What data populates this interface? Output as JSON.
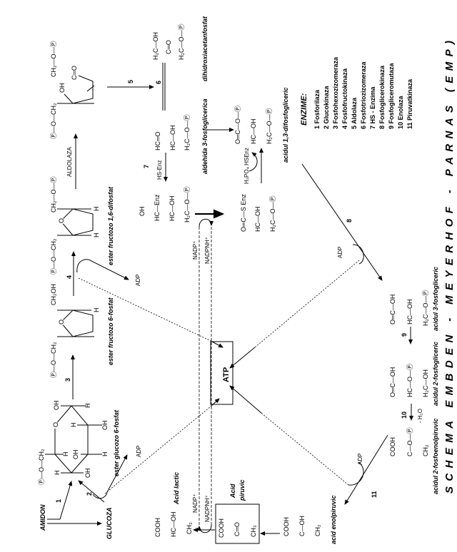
{
  "title": "SCHEMA EMBDEN - MEYERHOF - PARNAS (EMP)",
  "enzymes": {
    "heading": "ENZIME:",
    "items": [
      "1 Fosforilaza",
      "2 Glucokinaza",
      "3 Fosfohexozizomeraza",
      "4 Fosfofructokinaza",
      "5 Aldolaza",
      "6 Fosfotriozizomeraza",
      "7 HS - Enzima",
      "8 Fosfoglicerokinaza",
      "9 Fosfogliceromutaza",
      "10 Enolaza",
      "11 Piruvatkinaza"
    ]
  },
  "steps": [
    "1",
    "2",
    "3",
    "4",
    "5",
    "6",
    "7",
    "8",
    "9",
    "10",
    "11"
  ],
  "labels": {
    "amidon": "AMIDON",
    "glucoza": "GLUCOZA",
    "g6p": "ester glucozo 6-fosfat",
    "f6p": "ester fructozo 6-fosfat",
    "f16bp": "ester fructozo 1,6-difosfat",
    "aldolaza": "ALDOLAZA",
    "gap": "aldehida 3-fosfoglicerica",
    "dhap": "dihidroxiacetanfosfat",
    "bpg": "acidul 1,3-difosfogliceric",
    "pg3": "acidul 3-fosfogliceric",
    "pg2": "acidul 2-fosfogliceric",
    "pep": "acidul 2-fosfoenolpiruvic",
    "enol": "acid enolpiruvic",
    "lactic": "Acid lactic",
    "pyr1": "Acid",
    "pyr2": "piruvic",
    "atp": "ATP",
    "adp": "ADP",
    "nadp": "NADP⁺",
    "nadpnh": "NADPNH⁺",
    "hsenz": "HS-Enz",
    "h3po4": "H₃PO₄ HSEnz",
    "h2o": "- H₂O"
  },
  "molecules": {
    "glucose": {
      "chain": "Ⓟ—O—CH₂",
      "o": "O",
      "h": "H",
      "oh": "OH"
    },
    "f6p": {
      "chain": "Ⓟ—O—CH₂",
      "ch2oh": "CH₂OH",
      "o": "O",
      "h": "H"
    },
    "f16bp": {
      "chain1": "Ⓟ—O—CH₂",
      "chain2": "CH₂—O—Ⓟ",
      "o": "O",
      "h": "H"
    },
    "open": {
      "chain1": "Ⓟ—O—CH₂",
      "oh": "OH",
      "chain2": "CH₂—O—Ⓟ",
      "co": "C═O"
    },
    "dhap": [
      "H₂C—OH",
      "C═O",
      "H₂C—O—Ⓟ"
    ],
    "gap": [
      "HC═O",
      "HC—OH",
      "H₂C—O—Ⓟ"
    ],
    "bpg": [
      "O═C—O—Ⓟ",
      "HC—OH",
      "H₂C—O—Ⓟ"
    ],
    "enz_adduct": [
      "OH",
      "HC—Enz",
      "HC—OH",
      "H₂C—O—Ⓟ"
    ],
    "thioester": [
      "O═C—S Enz",
      "HC—OH",
      "H₂C—O—Ⓟ"
    ],
    "pg3": [
      "O═C—OH",
      "HC—OH",
      "H₂C—O—Ⓟ"
    ],
    "pg2": [
      "O═C—OH",
      "HC—O—Ⓟ",
      "H₂C—OH"
    ],
    "pep": [
      "COOH",
      "C—O—Ⓟ",
      "CH₂"
    ],
    "enol": [
      "COOH",
      "C—OH",
      "CH₂"
    ],
    "pyruvic": [
      "COOH",
      "C═O",
      "CH₃"
    ],
    "lactic": [
      "COOH",
      "HC—OH",
      "CH₃"
    ]
  }
}
